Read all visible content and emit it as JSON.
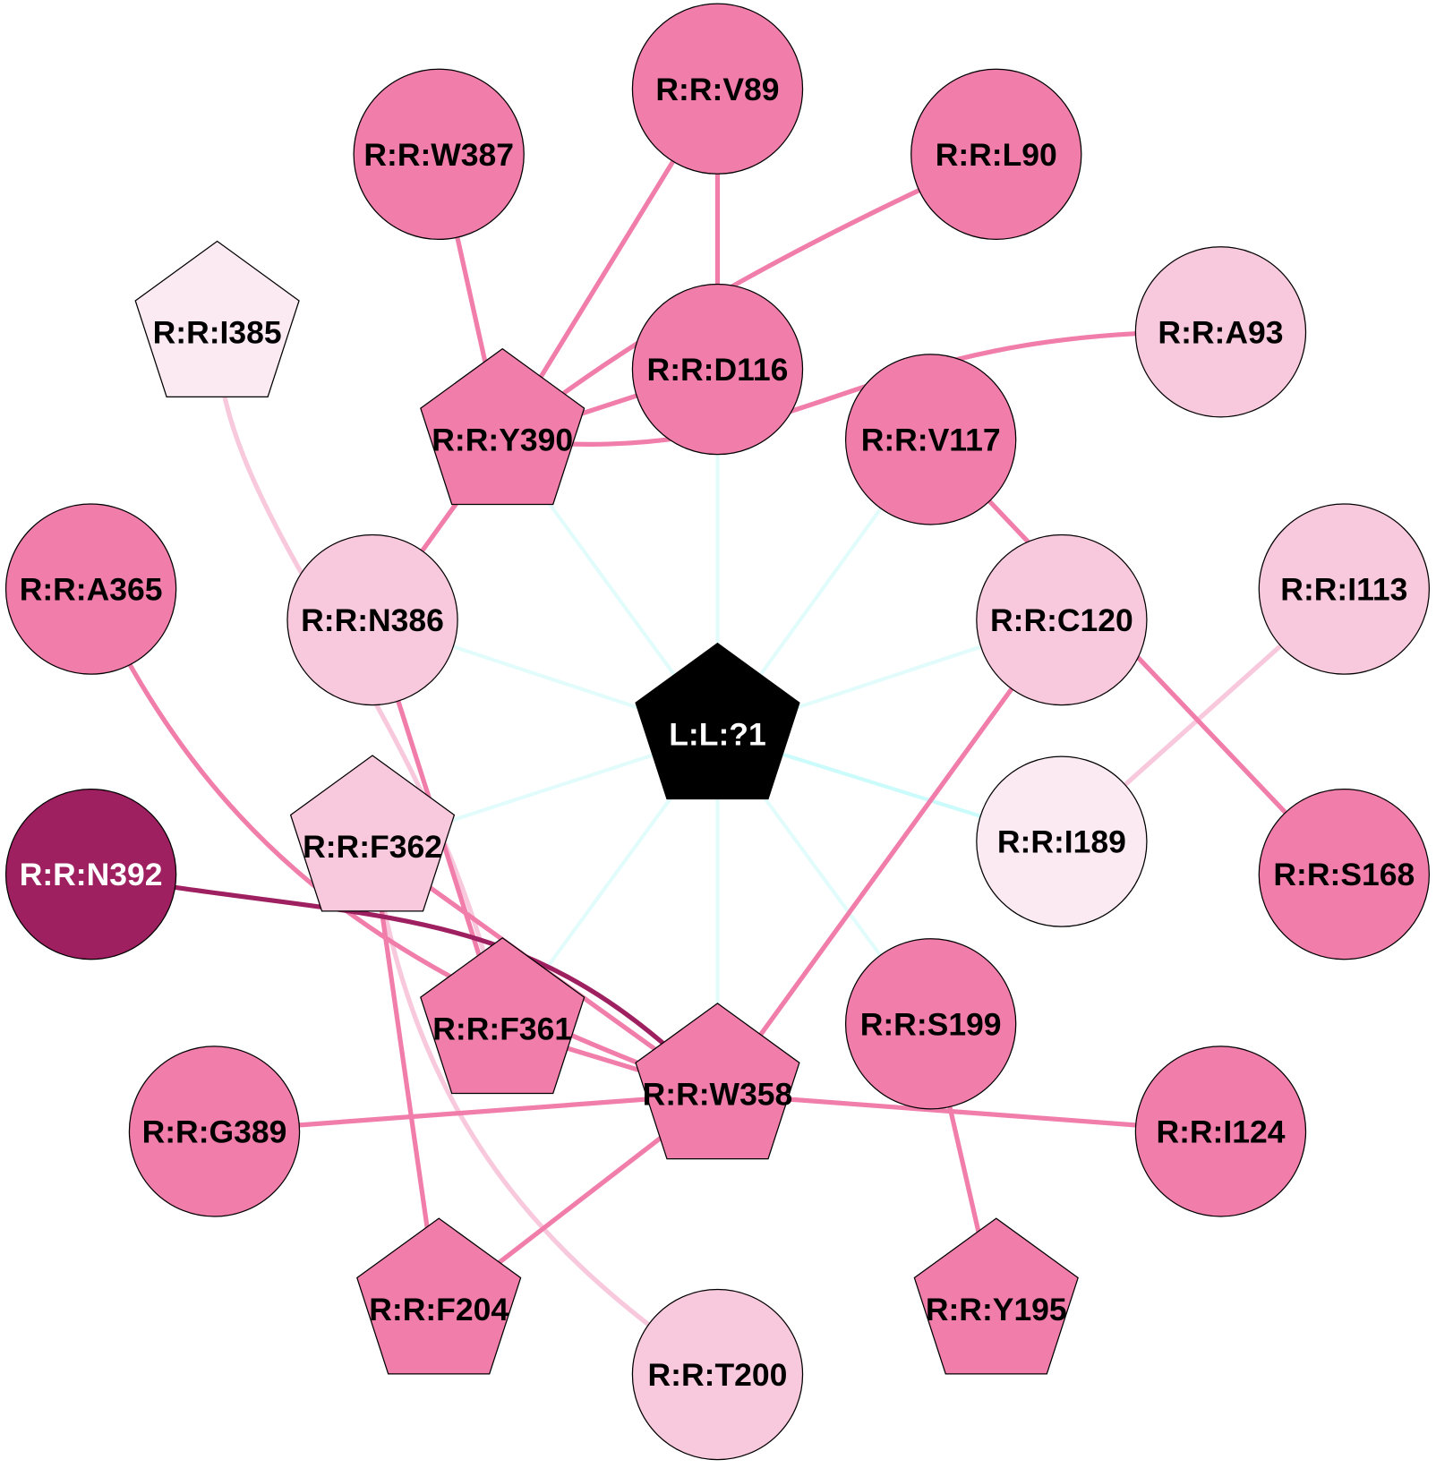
{
  "colors": {
    "medium": "#f07daa",
    "light": "#f8c8dc",
    "pale": "#fbeaf2",
    "dark": "#9e2060",
    "ligand": "#000000",
    "ligand_edge": "#e2fcfb",
    "ligand_edge_strong": "#ccfbfb"
  },
  "nodes": [
    {
      "id": "L1",
      "label": "L:L:?1",
      "shape": "pentagon",
      "tier": "ligand",
      "text": "#ffffff"
    },
    {
      "id": "V89",
      "label": "R:R:V89",
      "shape": "circle",
      "tier": "medium"
    },
    {
      "id": "W387",
      "label": "R:R:W387",
      "shape": "circle",
      "tier": "medium"
    },
    {
      "id": "L90",
      "label": "R:R:L90",
      "shape": "circle",
      "tier": "medium"
    },
    {
      "id": "I385",
      "label": "R:R:I385",
      "shape": "pentagon",
      "tier": "pale"
    },
    {
      "id": "A93",
      "label": "R:R:A93",
      "shape": "circle",
      "tier": "light"
    },
    {
      "id": "D116",
      "label": "R:R:D116",
      "shape": "circle",
      "tier": "medium"
    },
    {
      "id": "Y390",
      "label": "R:R:Y390",
      "shape": "pentagon",
      "tier": "medium"
    },
    {
      "id": "V117",
      "label": "R:R:V117",
      "shape": "circle",
      "tier": "medium"
    },
    {
      "id": "A365",
      "label": "R:R:A365",
      "shape": "circle",
      "tier": "medium"
    },
    {
      "id": "N386",
      "label": "R:R:N386",
      "shape": "circle",
      "tier": "light"
    },
    {
      "id": "C120",
      "label": "R:R:C120",
      "shape": "circle",
      "tier": "light"
    },
    {
      "id": "I113",
      "label": "R:R:I113",
      "shape": "circle",
      "tier": "light"
    },
    {
      "id": "N392",
      "label": "R:R:N392",
      "shape": "circle",
      "tier": "dark",
      "text": "#ffffff"
    },
    {
      "id": "F362",
      "label": "R:R:F362",
      "shape": "pentagon",
      "tier": "light"
    },
    {
      "id": "I189",
      "label": "R:R:I189",
      "shape": "circle",
      "tier": "pale"
    },
    {
      "id": "S168",
      "label": "R:R:S168",
      "shape": "circle",
      "tier": "medium"
    },
    {
      "id": "F361",
      "label": "R:R:F361",
      "shape": "pentagon",
      "tier": "medium"
    },
    {
      "id": "W358",
      "label": "R:R:W358",
      "shape": "pentagon",
      "tier": "medium"
    },
    {
      "id": "S199",
      "label": "R:R:S199",
      "shape": "circle",
      "tier": "medium"
    },
    {
      "id": "G389",
      "label": "R:R:G389",
      "shape": "circle",
      "tier": "medium"
    },
    {
      "id": "I124",
      "label": "R:R:I124",
      "shape": "circle",
      "tier": "medium"
    },
    {
      "id": "F204",
      "label": "R:R:F204",
      "shape": "pentagon",
      "tier": "medium"
    },
    {
      "id": "T200",
      "label": "R:R:T200",
      "shape": "circle",
      "tier": "light"
    },
    {
      "id": "Y195",
      "label": "R:R:Y195",
      "shape": "pentagon",
      "tier": "medium"
    }
  ],
  "edges": [
    {
      "a": "L1",
      "b": "D116",
      "tier": "ligand_edge"
    },
    {
      "a": "L1",
      "b": "Y390",
      "tier": "ligand_edge"
    },
    {
      "a": "L1",
      "b": "V117",
      "tier": "ligand_edge"
    },
    {
      "a": "L1",
      "b": "N386",
      "tier": "ligand_edge"
    },
    {
      "a": "L1",
      "b": "C120",
      "tier": "ligand_edge"
    },
    {
      "a": "L1",
      "b": "F362",
      "tier": "ligand_edge"
    },
    {
      "a": "L1",
      "b": "I189",
      "tier": "ligand_edge_strong"
    },
    {
      "a": "L1",
      "b": "F361",
      "tier": "ligand_edge"
    },
    {
      "a": "L1",
      "b": "W358",
      "tier": "ligand_edge"
    },
    {
      "a": "L1",
      "b": "S199",
      "tier": "ligand_edge"
    },
    {
      "a": "I385",
      "b": "F361",
      "tier": "light"
    },
    {
      "a": "F362",
      "b": "T200",
      "tier": "light"
    },
    {
      "a": "I113",
      "b": "I189",
      "tier": "light"
    },
    {
      "a": "Y390",
      "b": "W387",
      "tier": "medium"
    },
    {
      "a": "Y390",
      "b": "V89",
      "tier": "medium"
    },
    {
      "a": "Y390",
      "b": "L90",
      "tier": "medium"
    },
    {
      "a": "Y390",
      "b": "D116",
      "tier": "medium"
    },
    {
      "a": "V89",
      "b": "D116",
      "tier": "medium"
    },
    {
      "a": "Y390",
      "b": "A93",
      "tier": "medium"
    },
    {
      "a": "Y390",
      "b": "N386",
      "tier": "medium"
    },
    {
      "a": "V117",
      "b": "S168",
      "tier": "medium"
    },
    {
      "a": "A365",
      "b": "W358",
      "tier": "medium"
    },
    {
      "a": "N386",
      "b": "F361",
      "tier": "medium"
    },
    {
      "a": "F362",
      "b": "W358",
      "tier": "medium"
    },
    {
      "a": "F362",
      "b": "F204",
      "tier": "medium"
    },
    {
      "a": "F361",
      "b": "W358",
      "tier": "medium"
    },
    {
      "a": "G389",
      "b": "W358",
      "tier": "medium"
    },
    {
      "a": "W358",
      "b": "I124",
      "tier": "medium"
    },
    {
      "a": "W358",
      "b": "F204",
      "tier": "medium"
    },
    {
      "a": "W358",
      "b": "C120",
      "tier": "medium"
    },
    {
      "a": "S199",
      "b": "Y195",
      "tier": "medium"
    },
    {
      "a": "N392",
      "b": "W358",
      "tier": "dark"
    }
  ]
}
